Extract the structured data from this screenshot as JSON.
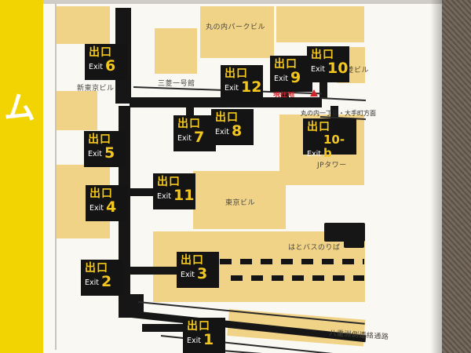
{
  "platform_strip": {
    "text": "ム"
  },
  "exit_sign": {
    "kanji": "出口",
    "latin": "Exit"
  },
  "exits": [
    {
      "num": "6"
    },
    {
      "num": "12"
    },
    {
      "num": "9"
    },
    {
      "num": "10"
    },
    {
      "num": "7"
    },
    {
      "num": "8"
    },
    {
      "num": "10-b"
    },
    {
      "num": "5"
    },
    {
      "num": "11"
    },
    {
      "num": "4"
    },
    {
      "num": "3"
    },
    {
      "num": "2"
    },
    {
      "num": "1"
    }
  ],
  "labels": {
    "marunouchi_park_bldg": "丸の内パークビル",
    "shin_tokyo_bldg": "新東京ビル",
    "mitsubishi_ichigokan": "三菱一号館",
    "mitsubishi_bldg": "三菱ビル",
    "jp_tower": "JPタワー",
    "tokyo_bldg": "東京ビル",
    "hato_bus_stop": "はとバスのりば",
    "yaesu_passage": "八重洲側連絡通路",
    "current_location": "現在地",
    "direction": "丸の内一丁目・大手町方面"
  },
  "colors": {
    "strip_yellow": "#f3d403",
    "building_tan": "#f1d387",
    "sign_black": "#141414",
    "sign_yellow": "#f3c71f",
    "location_red": "#d2232a",
    "wall_brown": "#6e6154"
  }
}
